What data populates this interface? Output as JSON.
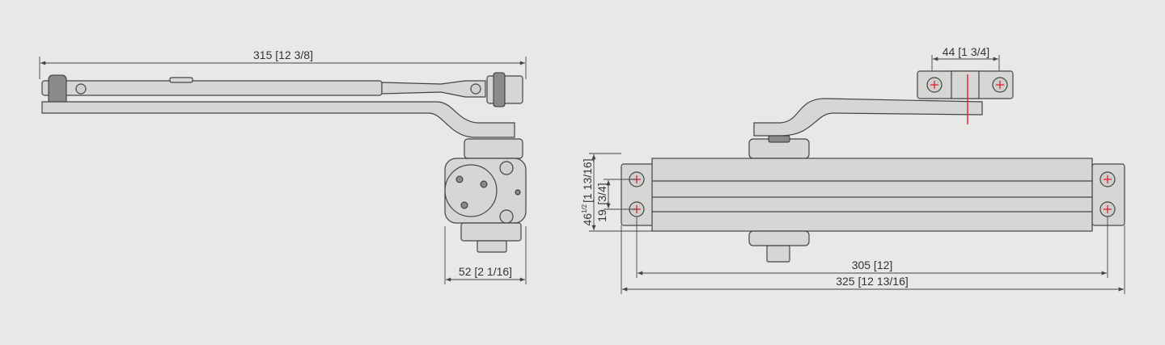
{
  "dimensions": {
    "arm_length": "315 [12 3/8]",
    "body_depth": "52 [2 1/16]",
    "bracket_hole_spacing": "44 [1 3/4]",
    "height_overall": "46",
    "height_overall_fraction": "1/2",
    "height_overall_imperial": "[1 13/16]",
    "height_holes": "19",
    "height_holes_imperial": "[3/4]",
    "hole_spacing": "305 [12]",
    "body_length": "325 [12 13/16]"
  },
  "colors": {
    "background": "#e8e8e6",
    "line": "#444444",
    "centerline": "#e0202a"
  }
}
